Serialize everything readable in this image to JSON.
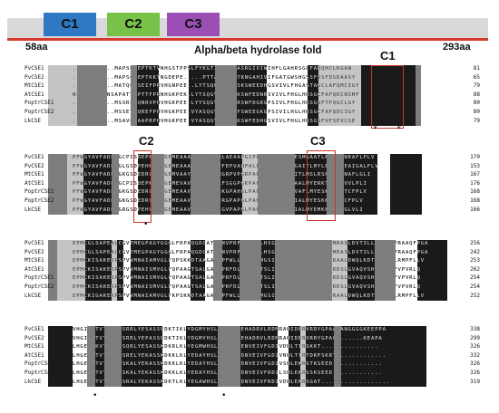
{
  "domains": [
    {
      "label": "C1",
      "color": "#2f78c4"
    },
    {
      "label": "C2",
      "color": "#79c24a"
    },
    {
      "label": "C3",
      "color": "#9b4fb5"
    }
  ],
  "start_label": "58aa",
  "end_label": "293aa",
  "fold_title": "Alpha/beta hydrolase fold",
  "motif_labels": [
    "C1",
    "C2",
    "C3"
  ],
  "marker_star": "*",
  "marker_dot": "•",
  "blocks": [
    {
      "rows": [
        {
          "name": "PvCSE1",
          "seq": "...........MAPSGDEPTKTVNHGSTPPSLFYKGTIGHIKNASRGIVIWIHFLGAHRSGCFADQHCLKGAN",
          "num": "81"
        },
        {
          "name": "PvCSE2",
          "seq": "...........MAPSGDEPTKKTNGDEPE.....PTTANNRTATKNGAHIVIFGATGWSHGSSFSSFDSDAASY",
          "num": "65"
        },
        {
          "name": "MtCSE1",
          "seq": "...........MATQQESEIFPRVHGNPEE..LYTSQGVRRNTSKSWEEDHGSVIVLFHGASTAGCLAFQMCIGY",
          "num": "79"
        },
        {
          "name": "AtCSE1",
          "seq": "NPSEAESSANSAPATTTPTTFPRNHGKPEK.LYTSQGVRRNRSKSWFEDNRSVIVLFHGLHRSGCFAFQDCNSMF",
          "num": "88"
        },
        {
          "name": "PoptrCSE1",
          "seq": "...........MSSRSAQNRVPHVHGKPEE.LYYSQGVRTRRSRSWFDGRGPSIVLFHGLHRSGSFTFQGCLGY",
          "num": "80"
        },
        {
          "name": "PoptrCSE2",
          "seq": "...........MSSETQQREFPHVHGKPEE.VYASQGVTTTQSFSWEEGKGPSIVILHGLHRSGCFAFQDCIGY",
          "num": "80"
        },
        {
          "name": "LkCSE",
          "seq": "...........MSAVEKAAPRPHVHGKPEE.VYASQGVKHNRSKSWFEDHGSVIVLFHGLHRSGSFVFSEVCSE",
          "num": "79"
        }
      ]
    },
    {
      "rows": [
        {
          "name": "PvCSE1",
          "seq": "PFWGYAVFADLLGCPISDEPKGVTGEMEAAAGGRGLPPNLAEAAPGIPFMGLPAFLYGESMGAATLMYLRSNRAFLPLV",
          "num": "170"
        },
        {
          "name": "PvCSE2",
          "seq": "PFWGYAVFADLLGLGSDPEHKGVTGEMEAAASSSRFMAPFEPVAHPALPAFLYGESMGGAITLMYLRSRPAEAIGALFLV",
          "num": "153"
        },
        {
          "name": "MtCSE1",
          "seq": "PFWGYAVFADLLGKGSDEDRVGVSGEMVAAYGFLFEGVHGRPVPGRPAFLFGESMGGAITLMSLRSHDKTHNAFLGLI",
          "num": "167"
        },
        {
          "name": "AtCSE1",
          "seq": "PFWGYAVFADLLGCPISDEPKGLTGEMEVAVDFFDRFVLFSGGPGKPAFLYGESMGGAAALMYERKTGTVGVVLPLI",
          "num": "176"
        },
        {
          "name": "PoptrCSE1",
          "seq": "PFWGYAVFADLLGKGSDEDRVGVSGEMEAAVSEFREGVSKGPAHGLPAFLYGESMGGAVAFLMYESKKGWGTCFPLV",
          "num": "168"
        },
        {
          "name": "PoptrCSE2",
          "seq": "PFWGYAVFADLLGKGSDEDRVGVSGEMEAAVSEFREGVTRGPAPGLPAFLYGESMGGAIALMYESKKGWDTCFPLV",
          "num": "168"
        },
        {
          "name": "LkCSE",
          "seq": "PFWGYAVFADLLGRGSDPEHVGVSGEMEAAVRGFFLGVLGVPAPGLPAFLFGESMGGAIALMYEMKKDWRDGLVLI",
          "num": "166"
        }
      ]
    },
    {
      "rows": [
        {
          "name": "PvCSE1",
          "seq": "EPMCGLSAPEALCGVTMEGPAGYGGGLFRPAQGDCATGANVPRFDVPLSLHSGLIASNPRRLPFRVGTMRASLDVTILLRESLGPRAAQFPGA",
          "num": "256"
        },
        {
          "name": "PvCSE2",
          "seq": "EPMCGLSAPEALCGVTMEGPAGYGGGLFRPAQGDCATGANVPRFDVPLSLHSGLIASNPRRLPFRVGTMRASLDVTILLRESLGPRAAQFPGA",
          "num": "242"
        },
        {
          "name": "MtCSE1",
          "seq": "EPMCKISAKEKPSPVVMNAIAMVGLFQPSKKDTAAGAVKPFWLLGDPERMGSIIASNPKKQMFRVGTMRAALDWQLKDTEVLNGLRMPFLLV",
          "num": "253"
        },
        {
          "name": "AtCSE1",
          "seq": "EPMCKISAKEKPSPVVMNAISMVGLFQPAAGTSALGAVGPRFDLPLDFSTSLIASNPRRKGFFEVGTMRDSLGVAQVSHEFQSVFVPVRLQ",
          "num": "262"
        },
        {
          "name": "PoptrCSE1",
          "seq": "EPMCKISAKEKPSPVVMNAISMVGLFQPAAGTSALGAVGPRFDLPLDFSTSLIASNPRRKGFFEVGTMRDSLGVAQVSHEFQSVFVPVRLQ",
          "num": "254"
        },
        {
          "name": "PoptrCSE2",
          "seq": "EPMCKISAKEKPSPVVMNAISMVGLFQPAAGTSALGAVGPRFDLPLDFSTSLIASNPRRKGFFEVGTMRDSLGVAQVSHEFQSVFVPVRLQ",
          "num": "254"
        },
        {
          "name": "LkCSE",
          "seq": "EPMCKIGAKEKPSPVVMNAIAMVGLFKPSKKDTAAGAVKPFWLLGDPERMGSIIASNPKKQMFRVGTMRAALDWQLKDTEVLNGLRMPFLLV",
          "num": "252"
        }
      ]
    },
    {
      "rows": [
        {
          "name": "PvCSE1",
          "seq": "VHGIAGTVTDPEGSRRLYESASSEDKTIKLYDGMYHSLIQGEPDEHADRVLRDMRAWIDERVRRYGPAAAANGGGGKEEPPA",
          "num": "338"
        },
        {
          "name": "PvCSE2",
          "seq": "VHGIAGTVTDPEGSRRLYEPASSEDKTIKLYDGMYHSLIQGEPDEHADRVLRDMRAWIDERVRRYGPAG.......KEAPA",
          "num": "299"
        },
        {
          "name": "MtCSE1",
          "seq": "LHGEADKVTDPSVSQRLYESASSKDKRLKLYEGMWHSLIQGEPDENVEIVFGDIVDWLTTRSKKT...............",
          "num": "326"
        },
        {
          "name": "AtCSE1",
          "seq": "LHGEADTVTDPSVSRELYEKASSKDKKLKLYEDAYHSLIQGEPDDNVEIVFGDIVNWLTTRTDKPSKRTA............",
          "num": "332"
        },
        {
          "name": "PoptrCSE1",
          "seq": "LHGEADTVTDPSVSKALYEKASSKDKKLKLYEDAYHSLIQGEPDDNVEIVFGDIVSWLEKRSTKSEED.............",
          "num": "326"
        },
        {
          "name": "PoptrCSE2",
          "seq": "LHGEADTVTDPSVSKALYEKASSKDKKLKLYEDAYHSLIQGEPDDNVEIVFRDILSWLEKRSSKSEED.............",
          "num": "326"
        },
        {
          "name": "LkCSE",
          "seq": "LHGEADTVTDPSVSRALYEKASSKDKTLKLYEGAWHSLIQGEPDDNVEIVFRDIVDWLEKRSGAT..................",
          "num": "319"
        }
      ]
    }
  ]
}
